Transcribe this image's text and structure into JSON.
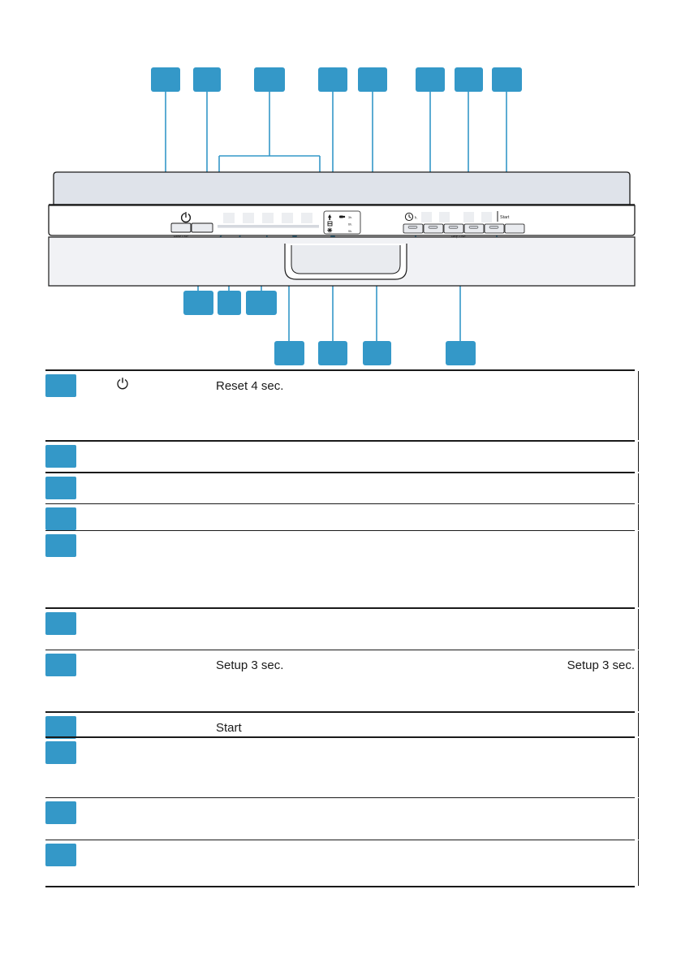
{
  "document": {
    "type": "appliance-control-panel-diagram",
    "accent_color": "#3498c8",
    "line_color": "#1a1a1a"
  },
  "diagram": {
    "title": "",
    "callouts_top": [
      {
        "id": "c1",
        "label": ""
      },
      {
        "id": "c2",
        "label": ""
      },
      {
        "id": "c3",
        "label": ""
      },
      {
        "id": "c4",
        "label": ""
      },
      {
        "id": "c5",
        "label": ""
      },
      {
        "id": "c6",
        "label": ""
      },
      {
        "id": "c7",
        "label": ""
      },
      {
        "id": "c8",
        "label": ""
      }
    ],
    "callouts_bottom": [
      {
        "id": "c9",
        "label": ""
      },
      {
        "id": "c10",
        "label": ""
      },
      {
        "id": "c11",
        "label": ""
      },
      {
        "id": "c12",
        "label": ""
      },
      {
        "id": "c13",
        "label": ""
      },
      {
        "id": "c14",
        "label": ""
      },
      {
        "id": "c15",
        "label": ""
      }
    ],
    "panel": {
      "power_icon": "power-icon",
      "left_buttons_label": "Reset 4 sec.",
      "left_leds": 5,
      "left_button_count": 2,
      "status_block": {
        "rows": [
          {
            "icon": "tap-water-icon",
            "icon2": "salt-icon",
            "value": "3h."
          },
          {
            "icon": "rinse-aid-icon",
            "icon2": "",
            "value": "6h."
          },
          {
            "icon": "sparkle-icon",
            "icon2": "",
            "value": "9h."
          }
        ]
      },
      "delay_icon": "clock-icon",
      "delay_unit": "h.",
      "right_leds": 4,
      "start_label": "Start",
      "right_buttons_label": "Setup 3 sec.",
      "right_button_count": 6
    }
  },
  "legend": {
    "rows": [
      {
        "num": "",
        "symbol": "⏻",
        "middle": "Reset 4 sec.",
        "right": ""
      },
      {
        "num": "",
        "symbol": "",
        "middle": "",
        "right": ""
      },
      {
        "num": "",
        "symbol": "",
        "middle": "",
        "right": ""
      },
      {
        "num": "",
        "symbol": "",
        "middle": "",
        "right": ""
      },
      {
        "num": "",
        "symbol": "",
        "middle": "",
        "right": ""
      },
      {
        "num": "",
        "symbol": "",
        "middle": "",
        "right": ""
      },
      {
        "num": "",
        "symbol": "",
        "middle": "Setup 3 sec.",
        "right": "Setup 3 sec."
      },
      {
        "num": "",
        "symbol": "",
        "middle": "Start",
        "right": ""
      },
      {
        "num": "",
        "symbol": "",
        "middle": "",
        "right": ""
      },
      {
        "num": "",
        "symbol": "",
        "middle": "",
        "right": ""
      },
      {
        "num": "",
        "symbol": "",
        "middle": "",
        "right": ""
      }
    ]
  }
}
